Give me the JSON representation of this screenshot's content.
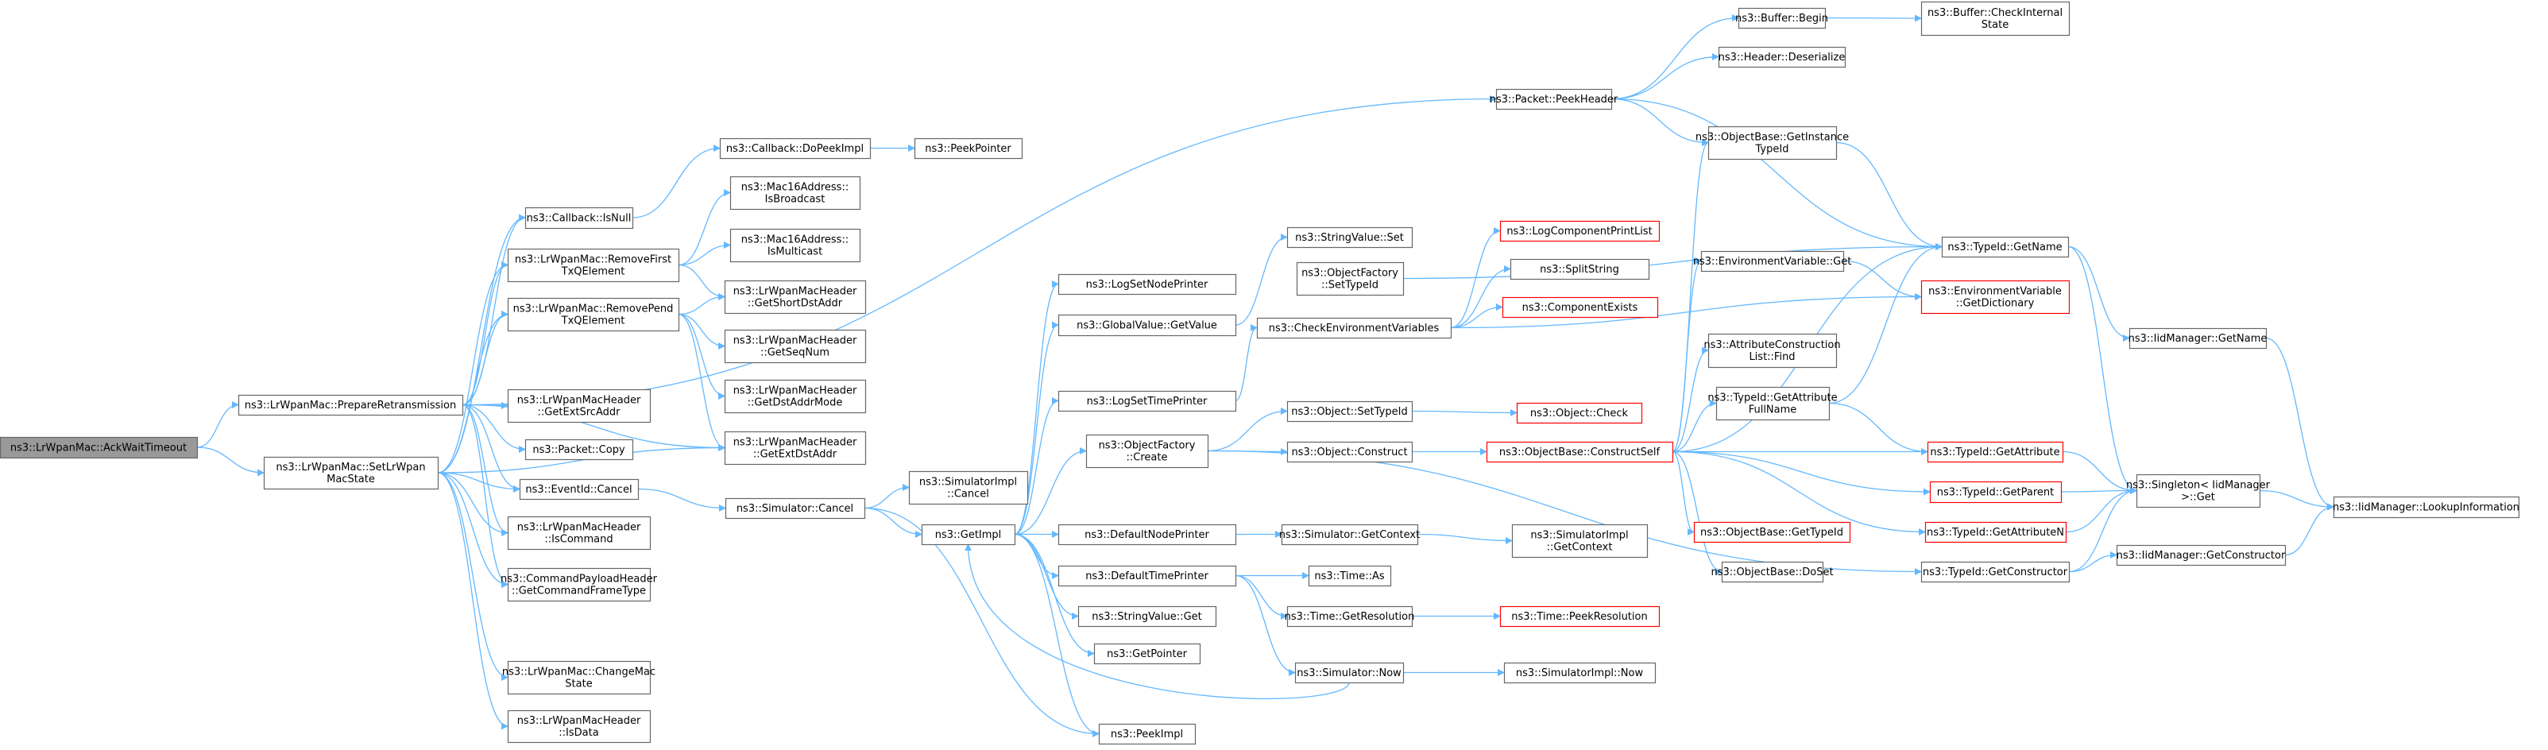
{
  "colors": {
    "edge": "#63b8ff",
    "node_border_default": "#666666",
    "node_border_truncated": "#ff0000",
    "node_fill_default": "#ffffff",
    "node_fill_root": "#999999"
  },
  "nodes": [
    {
      "id": "n0",
      "lines": [
        "ns3::LrWpanMac::AckWaitTimeout"
      ],
      "root": true
    },
    {
      "id": "n1",
      "lines": [
        "ns3::LrWpanMac::PrepareRetransmission"
      ]
    },
    {
      "id": "n2",
      "lines": [
        "ns3::LrWpanMac::SetLrWpan",
        "MacState"
      ]
    },
    {
      "id": "n3",
      "lines": [
        "ns3::Packet::PeekHeader"
      ]
    },
    {
      "id": "n4",
      "lines": [
        "ns3::Buffer::Begin"
      ]
    },
    {
      "id": "n5",
      "lines": [
        "ns3::Buffer::CheckInternal",
        "State"
      ]
    },
    {
      "id": "n6",
      "lines": [
        "ns3::Header::Deserialize"
      ]
    },
    {
      "id": "n7",
      "lines": [
        "ns3::ObjectBase::GetInstance",
        "TypeId"
      ]
    },
    {
      "id": "n8",
      "lines": [
        "ns3::TypeId::GetName"
      ]
    },
    {
      "id": "n9",
      "lines": [
        "ns3::IidManager::GetName"
      ]
    },
    {
      "id": "n10",
      "lines": [
        "ns3::IidManager::LookupInformation"
      ]
    },
    {
      "id": "n11",
      "lines": [
        "ns3::Singleton< IidManager",
        ">::Get"
      ]
    },
    {
      "id": "n12",
      "lines": [
        "ns3::Callback::DoPeekImpl"
      ]
    },
    {
      "id": "n13",
      "lines": [
        "ns3::PeekPointer"
      ]
    },
    {
      "id": "n14",
      "lines": [
        "ns3::Callback::IsNull"
      ]
    },
    {
      "id": "n15",
      "lines": [
        "ns3::Mac16Address::",
        "IsBroadcast"
      ]
    },
    {
      "id": "n16",
      "lines": [
        "ns3::Mac16Address::",
        "IsMulticast"
      ]
    },
    {
      "id": "n17",
      "lines": [
        "ns3::LrWpanMac::RemoveFirst",
        "TxQElement"
      ]
    },
    {
      "id": "n18",
      "lines": [
        "ns3::LrWpanMacHeader",
        "::GetShortDstAddr"
      ]
    },
    {
      "id": "n19",
      "lines": [
        "ns3::LrWpanMac::RemovePend",
        "TxQElement"
      ]
    },
    {
      "id": "n20",
      "lines": [
        "ns3::LrWpanMacHeader",
        "::GetSeqNum"
      ]
    },
    {
      "id": "n21",
      "lines": [
        "ns3::LrWpanMacHeader",
        "::GetDstAddrMode"
      ]
    },
    {
      "id": "n22",
      "lines": [
        "ns3::LrWpanMacHeader",
        "::GetExtDstAddr"
      ]
    },
    {
      "id": "n23",
      "lines": [
        "ns3::LrWpanMacHeader",
        "::GetExtSrcAddr"
      ]
    },
    {
      "id": "n24",
      "lines": [
        "ns3::Packet::Copy"
      ]
    },
    {
      "id": "n25",
      "lines": [
        "ns3::EventId::Cancel"
      ]
    },
    {
      "id": "n26",
      "lines": [
        "ns3::LrWpanMacHeader",
        "::IsCommand"
      ]
    },
    {
      "id": "n27",
      "lines": [
        "ns3::CommandPayloadHeader",
        "::GetCommandFrameType"
      ]
    },
    {
      "id": "n28",
      "lines": [
        "ns3::LrWpanMac::ChangeMac",
        "State"
      ]
    },
    {
      "id": "n29",
      "lines": [
        "ns3::LrWpanMacHeader",
        "::IsData"
      ]
    },
    {
      "id": "n30",
      "lines": [
        "ns3::Simulator::Cancel"
      ]
    },
    {
      "id": "n31",
      "lines": [
        "ns3::SimulatorImpl",
        "::Cancel"
      ]
    },
    {
      "id": "n32",
      "lines": [
        "ns3::GetImpl"
      ]
    },
    {
      "id": "n33",
      "lines": [
        "ns3::PeekImpl"
      ]
    },
    {
      "id": "n34",
      "lines": [
        "ns3::LogSetNodePrinter"
      ]
    },
    {
      "id": "n35",
      "lines": [
        "ns3::GlobalValue::GetValue"
      ]
    },
    {
      "id": "n36",
      "lines": [
        "ns3::StringValue::Set"
      ]
    },
    {
      "id": "n37",
      "lines": [
        "ns3::LogSetTimePrinter"
      ]
    },
    {
      "id": "n38",
      "lines": [
        "ns3::ObjectFactory",
        "::Create"
      ]
    },
    {
      "id": "n39",
      "lines": [
        "ns3::DefaultNodePrinter"
      ]
    },
    {
      "id": "n40",
      "lines": [
        "ns3::DefaultTimePrinter"
      ]
    },
    {
      "id": "n41",
      "lines": [
        "ns3::StringValue::Get"
      ]
    },
    {
      "id": "n42",
      "lines": [
        "ns3::GetPointer"
      ]
    },
    {
      "id": "n43",
      "lines": [
        "ns3::ObjectFactory",
        "::SetTypeId"
      ]
    },
    {
      "id": "n44",
      "lines": [
        "ns3::CheckEnvironmentVariables"
      ]
    },
    {
      "id": "n45",
      "lines": [
        "ns3::LogComponentPrintList"
      ],
      "truncated": true
    },
    {
      "id": "n46",
      "lines": [
        "ns3::SplitString"
      ]
    },
    {
      "id": "n47",
      "lines": [
        "ns3::ComponentExists"
      ],
      "truncated": true
    },
    {
      "id": "n48",
      "lines": [
        "ns3::Object::SetTypeId"
      ]
    },
    {
      "id": "n49",
      "lines": [
        "ns3::Object::Check"
      ],
      "truncated": true
    },
    {
      "id": "n50",
      "lines": [
        "ns3::Object::Construct"
      ]
    },
    {
      "id": "n51",
      "lines": [
        "ns3::ObjectBase::ConstructSelf"
      ],
      "truncated": true
    },
    {
      "id": "n52",
      "lines": [
        "ns3::Simulator::GetContext"
      ]
    },
    {
      "id": "n53",
      "lines": [
        "ns3::SimulatorImpl",
        "::GetContext"
      ]
    },
    {
      "id": "n54",
      "lines": [
        "ns3::Time::As"
      ]
    },
    {
      "id": "n55",
      "lines": [
        "ns3::Time::GetResolution"
      ]
    },
    {
      "id": "n56",
      "lines": [
        "ns3::Time::PeekResolution"
      ],
      "truncated": true
    },
    {
      "id": "n57",
      "lines": [
        "ns3::Simulator::Now"
      ]
    },
    {
      "id": "n58",
      "lines": [
        "ns3::SimulatorImpl::Now"
      ]
    },
    {
      "id": "n59",
      "lines": [
        "ns3::EnvironmentVariable::Get"
      ]
    },
    {
      "id": "n60",
      "lines": [
        "ns3::EnvironmentVariable",
        "::GetDictionary"
      ],
      "truncated": true
    },
    {
      "id": "n61",
      "lines": [
        "ns3::AttributeConstruction",
        "List::Find"
      ]
    },
    {
      "id": "n62",
      "lines": [
        "ns3::TypeId::GetAttribute",
        "FullName"
      ]
    },
    {
      "id": "n63",
      "lines": [
        "ns3::TypeId::GetAttribute"
      ],
      "truncated": true
    },
    {
      "id": "n64",
      "lines": [
        "ns3::TypeId::GetParent"
      ],
      "truncated": true
    },
    {
      "id": "n65",
      "lines": [
        "ns3::ObjectBase::GetTypeId"
      ],
      "truncated": true
    },
    {
      "id": "n66",
      "lines": [
        "ns3::TypeId::GetAttributeN"
      ],
      "truncated": true
    },
    {
      "id": "n67",
      "lines": [
        "ns3::ObjectBase::DoSet"
      ]
    },
    {
      "id": "n68",
      "lines": [
        "ns3::TypeId::GetConstructor"
      ]
    },
    {
      "id": "n69",
      "lines": [
        "ns3::IidManager::GetConstructor"
      ]
    }
  ],
  "edges": [
    [
      "n0",
      "n1"
    ],
    [
      "n0",
      "n2"
    ],
    [
      "n1",
      "n3"
    ],
    [
      "n1",
      "n14"
    ],
    [
      "n1",
      "n17"
    ],
    [
      "n1",
      "n19"
    ],
    [
      "n1",
      "n22"
    ],
    [
      "n1",
      "n23"
    ],
    [
      "n1",
      "n24"
    ],
    [
      "n1",
      "n25"
    ],
    [
      "n1",
      "n26"
    ],
    [
      "n1",
      "n27"
    ],
    [
      "n2",
      "n14"
    ],
    [
      "n2",
      "n17"
    ],
    [
      "n2",
      "n19"
    ],
    [
      "n2",
      "n22"
    ],
    [
      "n2",
      "n25"
    ],
    [
      "n2",
      "n26"
    ],
    [
      "n2",
      "n27"
    ],
    [
      "n2",
      "n28"
    ],
    [
      "n2",
      "n29"
    ],
    [
      "n3",
      "n4"
    ],
    [
      "n3",
      "n6"
    ],
    [
      "n3",
      "n7"
    ],
    [
      "n3",
      "n8"
    ],
    [
      "n4",
      "n5"
    ],
    [
      "n7",
      "n8"
    ],
    [
      "n8",
      "n9"
    ],
    [
      "n8",
      "n11"
    ],
    [
      "n9",
      "n10"
    ],
    [
      "n11",
      "n10"
    ],
    [
      "n12",
      "n13"
    ],
    [
      "n14",
      "n12"
    ],
    [
      "n17",
      "n15"
    ],
    [
      "n17",
      "n16"
    ],
    [
      "n17",
      "n18"
    ],
    [
      "n19",
      "n18"
    ],
    [
      "n19",
      "n20"
    ],
    [
      "n19",
      "n21"
    ],
    [
      "n19",
      "n22"
    ],
    [
      "n25",
      "n30"
    ],
    [
      "n30",
      "n31"
    ],
    [
      "n30",
      "n32"
    ],
    [
      "n30",
      "n33"
    ],
    [
      "n32",
      "n33"
    ],
    [
      "n32",
      "n34"
    ],
    [
      "n32",
      "n35"
    ],
    [
      "n32",
      "n37"
    ],
    [
      "n32",
      "n38"
    ],
    [
      "n32",
      "n39"
    ],
    [
      "n32",
      "n40"
    ],
    [
      "n32",
      "n41"
    ],
    [
      "n32",
      "n42"
    ],
    [
      "n35",
      "n36"
    ],
    [
      "n37",
      "n44"
    ],
    [
      "n38",
      "n48"
    ],
    [
      "n38",
      "n50"
    ],
    [
      "n38",
      "n68"
    ],
    [
      "n39",
      "n52"
    ],
    [
      "n40",
      "n54"
    ],
    [
      "n40",
      "n55"
    ],
    [
      "n40",
      "n57"
    ],
    [
      "n43",
      "n8"
    ],
    [
      "n44",
      "n45"
    ],
    [
      "n44",
      "n46"
    ],
    [
      "n44",
      "n47"
    ],
    [
      "n44",
      "n60"
    ],
    [
      "n48",
      "n49"
    ],
    [
      "n50",
      "n51"
    ],
    [
      "n51",
      "n7"
    ],
    [
      "n51",
      "n8"
    ],
    [
      "n51",
      "n59"
    ],
    [
      "n51",
      "n61"
    ],
    [
      "n51",
      "n62"
    ],
    [
      "n51",
      "n63"
    ],
    [
      "n51",
      "n64"
    ],
    [
      "n51",
      "n65"
    ],
    [
      "n51",
      "n66"
    ],
    [
      "n51",
      "n67"
    ],
    [
      "n52",
      "n53"
    ],
    [
      "n55",
      "n56"
    ],
    [
      "n57",
      "n58"
    ],
    [
      "n57",
      "n32"
    ],
    [
      "n59",
      "n60"
    ],
    [
      "n62",
      "n8"
    ],
    [
      "n62",
      "n63"
    ],
    [
      "n63",
      "n11"
    ],
    [
      "n64",
      "n11"
    ],
    [
      "n66",
      "n11"
    ],
    [
      "n68",
      "n11"
    ],
    [
      "n68",
      "n69"
    ],
    [
      "n69",
      "n10"
    ]
  ]
}
